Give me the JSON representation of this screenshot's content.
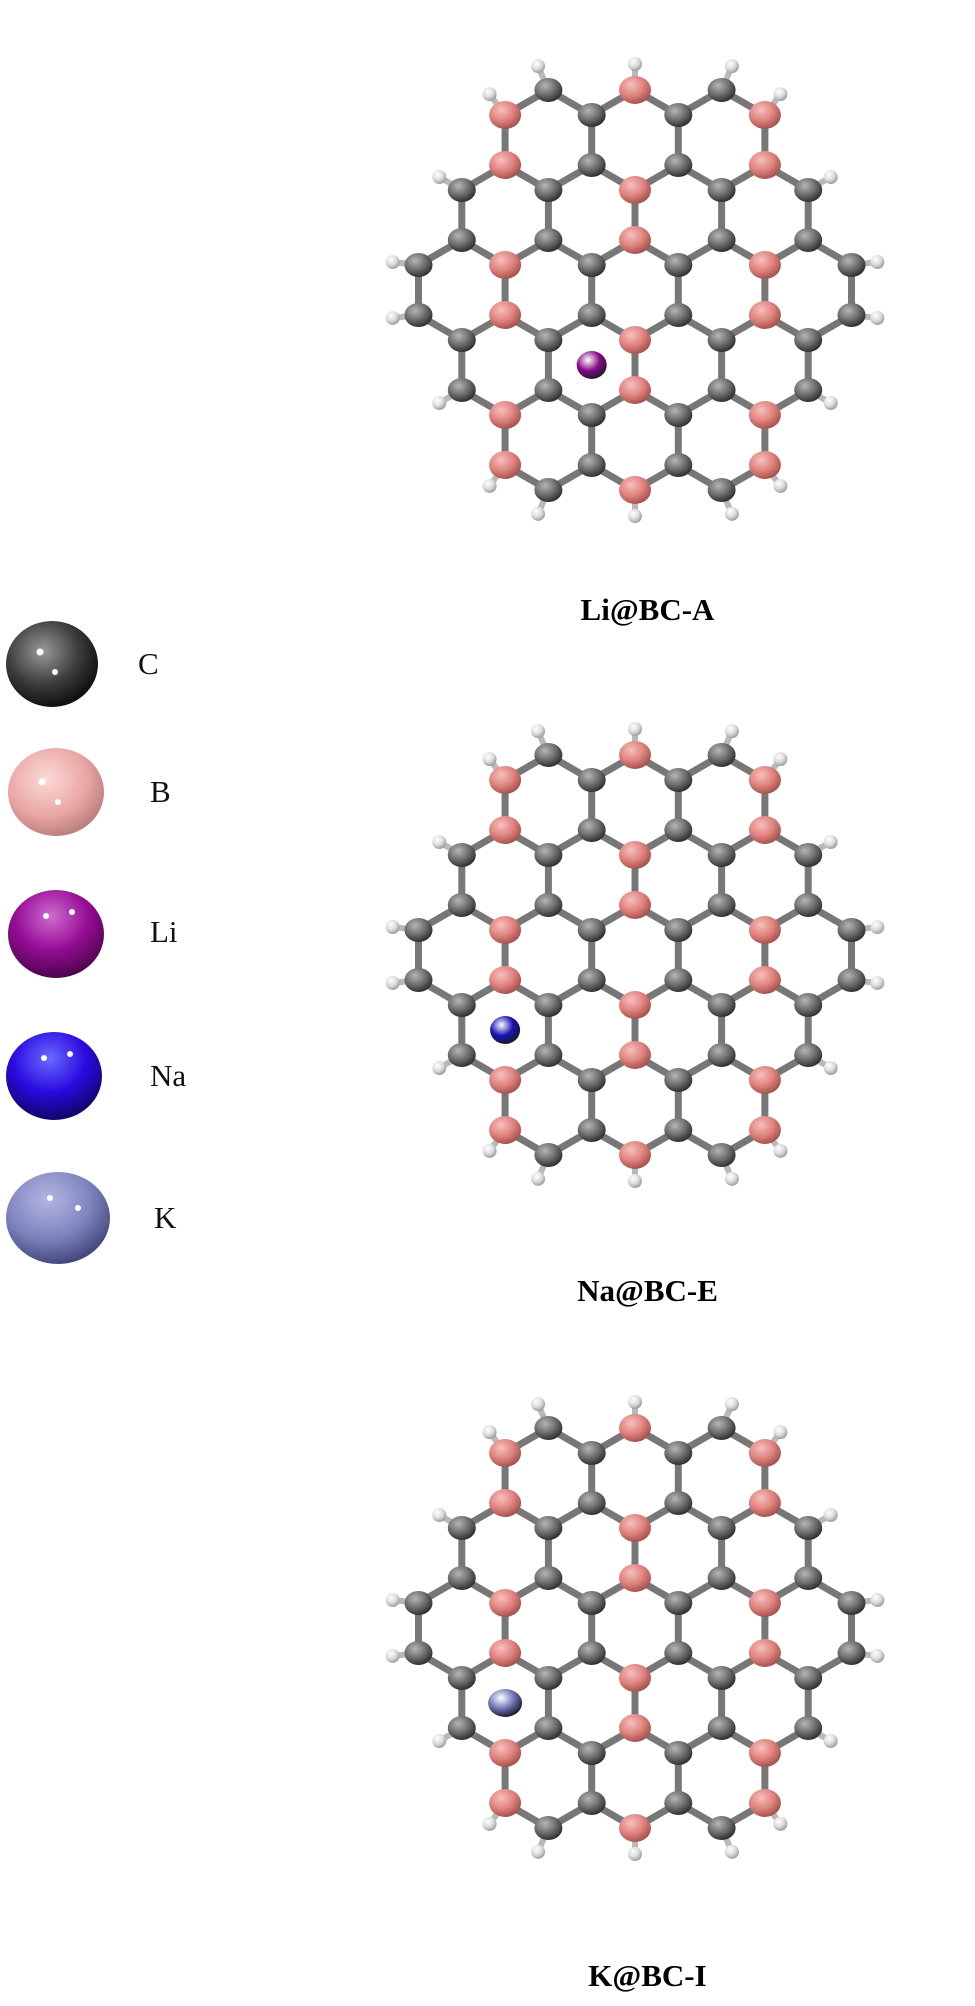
{
  "legend": [
    {
      "label": "C",
      "color": "#4a4a4a"
    },
    {
      "label": "B",
      "color": "#f2b3b0"
    },
    {
      "label": "Li",
      "color": "#9a1a9a"
    },
    {
      "label": "Na",
      "color": "#2a10d8"
    },
    {
      "label": "K",
      "color": "#8287c0"
    }
  ],
  "panels": [
    {
      "caption": "Li@BC-A",
      "dopant": "Li",
      "dopant_color": "#8a0a8a"
    },
    {
      "caption": "Na@BC-E",
      "dopant": "Na",
      "dopant_color": "#1414b4"
    },
    {
      "caption": "K@BC-I",
      "dopant": "K",
      "dopant_color": "#6f74b4"
    }
  ],
  "atom_colors": {
    "carbon": "#6e6e6e",
    "boron": "#e0837f",
    "hydrogen": "#dcdcdc",
    "bond": "#777777"
  }
}
